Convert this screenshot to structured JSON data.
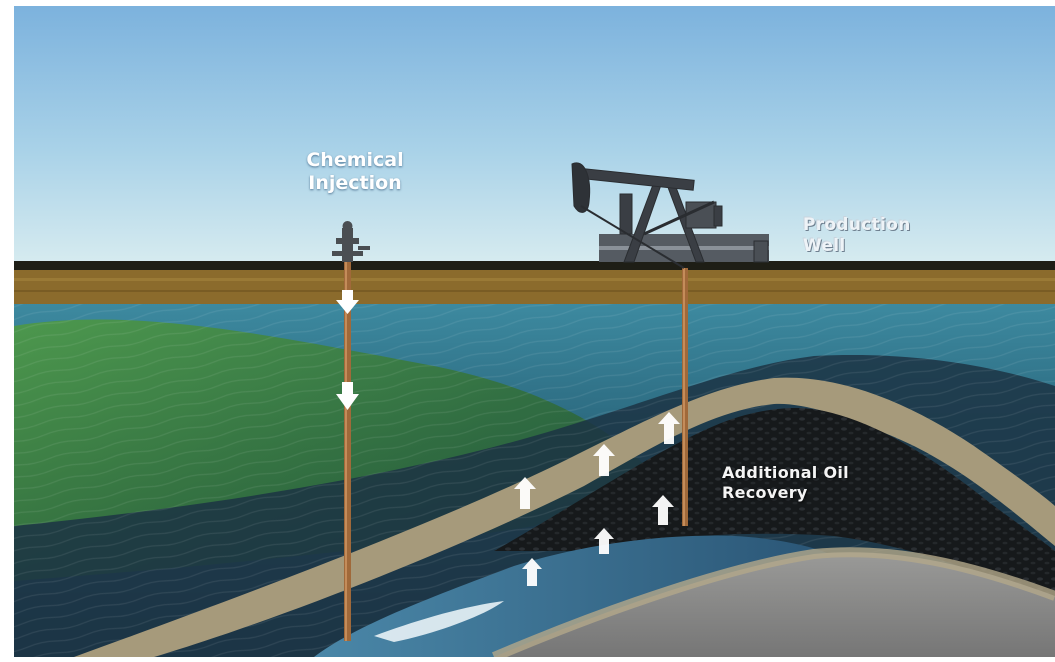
{
  "labels": {
    "chemical_injection": [
      "Chemical",
      "Injection"
    ],
    "production_well": [
      "Production",
      "Well"
    ],
    "additional_oil_recovery": [
      "Additional Oil",
      "Recovery"
    ]
  },
  "colors": {
    "sky_top": "#7fb3dd",
    "sky_bottom": "#cfe6ef",
    "ground_line": "#1c1c14",
    "topsoil": "#8a6a2a",
    "water_layer": "#2e6f86",
    "green_zone": "#3f7a3a",
    "dark_rock": "#1f3140",
    "cap_rock": "#a49777",
    "oil": "#141618",
    "bedrock": "#8c8c8c",
    "well_pipe": "#a0693a",
    "flow_arrow": "#ffffff"
  },
  "icons": {
    "injection_arrows": "arrow-down-icon",
    "recovery_arrows": "arrow-up-icon",
    "pumpjack": "pumpjack-icon",
    "wellhead": "wellhead-icon"
  }
}
